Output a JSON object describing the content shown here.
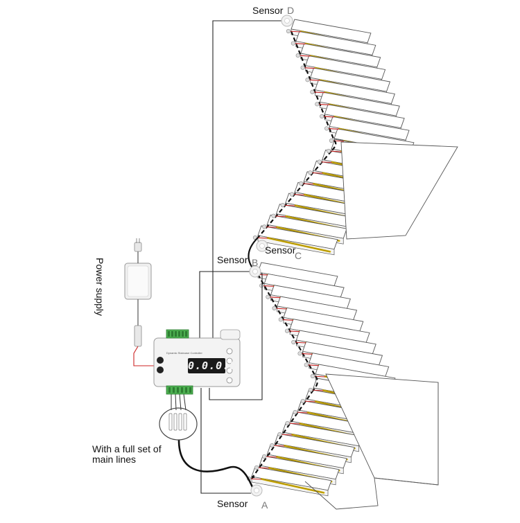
{
  "labels": {
    "sensor_a": "Sensor",
    "sensor_a_letter": "A",
    "sensor_b": "Sensor",
    "sensor_b_letter": "B",
    "sensor_c": "Sensor",
    "sensor_c_letter": "C",
    "sensor_d": "Sensor",
    "sensor_d_letter": "D",
    "power_supply": "Power supply",
    "main_lines": [
      "With a full set of",
      "main lines"
    ]
  },
  "controller": {
    "title": "Dynamic Staircase Controller",
    "display": "0.0.0.0"
  },
  "colors": {
    "stair_outline": "#555555",
    "led_strip": "#d4b20a",
    "red_wire": "#cc2222",
    "main_cable": "#111111",
    "terminal_green": "#4caf50"
  }
}
